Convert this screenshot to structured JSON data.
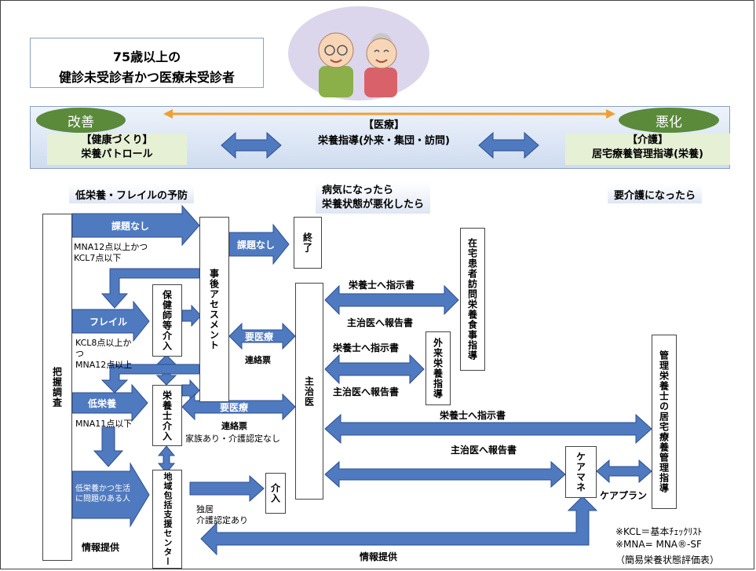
{
  "title": {
    "line1": "75歳以上の",
    "line2": "健診未受診者かつ医療未受診者"
  },
  "top_band": {
    "improve": "改善",
    "worsen": "悪化",
    "health_label": "【健康づくり】",
    "health_sub": "栄養パトロール",
    "medical_label": "【医療】",
    "medical_sub": "栄養指導(外来・集団・訪問)",
    "care_label": "【介護】",
    "care_sub": "居宅療養管理指導(栄養)"
  },
  "headers": {
    "prevention": "低栄養・フレイルの予防",
    "illness_1": "病気になったら",
    "illness_2": "栄養状態が悪化したら",
    "care_needed": "要介護になったら"
  },
  "boxes": {
    "haaku": "把握調査",
    "jigo": "事後アセスメント",
    "hokenshi": "保健師等介入",
    "eiyoushi": "栄養士介入",
    "chiiki": "地域包括支援センター",
    "shuryo": "終了",
    "shuji": "主治医",
    "kaisetsu": "介入",
    "zaitaku": "在宅患者訪問栄養食事指導",
    "gairai": "外来栄養指導",
    "kanri": "管理栄養士の居宅療養管理指導",
    "caremane": "ケアマネ"
  },
  "arrows": {
    "kadai_nashi_1": "課題なし",
    "kadai_nashi_2": "課題なし",
    "frail": "フレイル",
    "teieiyou": "低栄養",
    "yoiryou_1": "要医療",
    "yoiryou_2": "要医療",
    "teieiyou_problem": "低栄養かつ生活に問題のある人"
  },
  "labels": {
    "mna12_kcl7_1": "MNA12点以上かつ",
    "mna12_kcl7_2": "KCL7点以下",
    "kcl8_1": "KCL8点以上か",
    "kcl8_2": "つ",
    "kcl8_3": "MNA12点以上",
    "mna11": "MNA11点以下",
    "renrakuhyo_1": "連絡票",
    "renrakuhyo_2": "連絡票",
    "kazoku": "家族あり・介護認定なし",
    "dokkyo": "独居",
    "kaigo_nintei": "介護認定あり",
    "joho_1": "情報提供",
    "joho_2": "情報提供",
    "shiji_1": "栄養士へ指示書",
    "houkoku_1": "主治医へ報告書",
    "shiji_2": "栄養士へ指示書",
    "houkoku_2": "主治医へ報告書",
    "shiji_3": "栄養士へ指示書",
    "houkoku_3": "主治医へ報告書",
    "careplan": "ケアプラン"
  },
  "notes": {
    "kcl": "※KCL＝基本ﾁｪｯｸﾘｽﾄ",
    "mna": "※MNA= MNA®-SF",
    "mna_full": "（簡易栄養状態評価表）"
  },
  "colors": {
    "arrow_blue": "#4f7ac0",
    "arrow_stroke": "#2e4f8f",
    "band_blue": "#dde8f6",
    "green_box": "#e6f0d5",
    "ellipse_green": "#5a8a3a",
    "orange_line": "#f0a030"
  }
}
